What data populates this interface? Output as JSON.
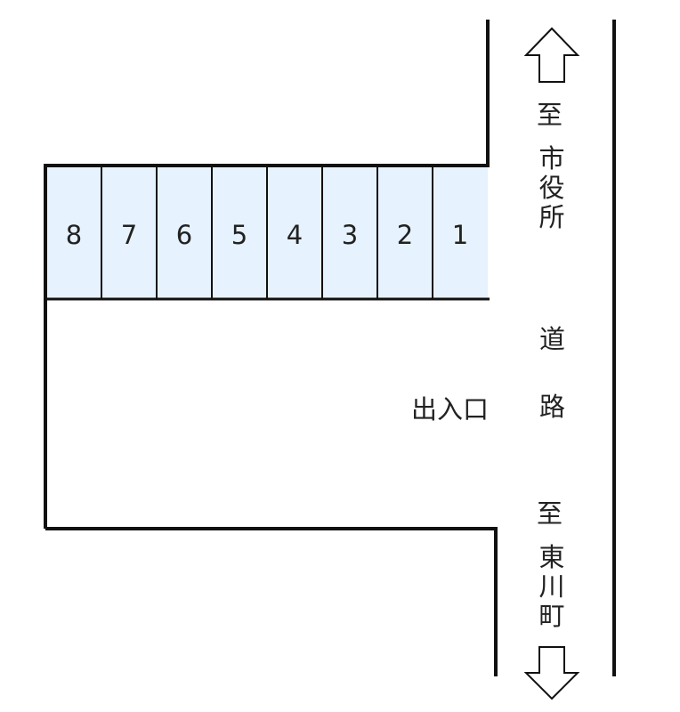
{
  "stalls": [
    "8",
    "7",
    "6",
    "5",
    "4",
    "3",
    "2",
    "1"
  ],
  "stall_fill": "#e6f2fd",
  "labels": {
    "north_to": "至",
    "north_dest": [
      "市",
      "役",
      "所"
    ],
    "road": [
      "道",
      "路"
    ],
    "entrance": "出入口",
    "south_to": "至",
    "south_dest": [
      "東",
      "川",
      "町"
    ]
  }
}
